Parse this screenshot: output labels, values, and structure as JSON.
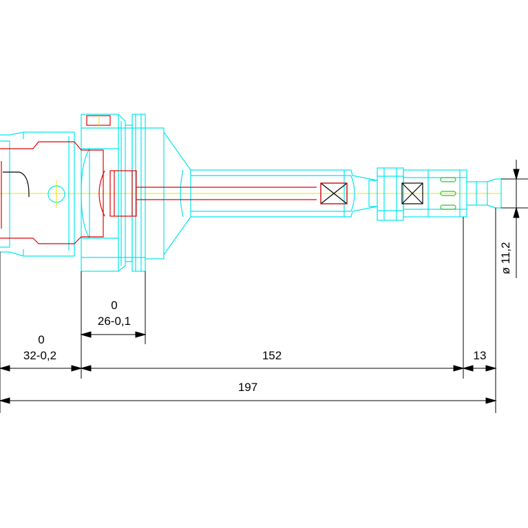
{
  "drawing": {
    "colors": {
      "background": "#ffffff",
      "outline": "#00e5ee",
      "section": "#e00000",
      "centerline": "#e6e600",
      "dimension": "#000000",
      "slot": "#22cc22"
    },
    "dimensions": {
      "collar_upper": "0",
      "collar_lower": "26-0,1",
      "shank_upper": "0",
      "shank_lower": "32-0,2",
      "body_length": "152",
      "tip_length": "13",
      "overall_length": "197",
      "tip_diameter": "ø 11,2"
    }
  }
}
